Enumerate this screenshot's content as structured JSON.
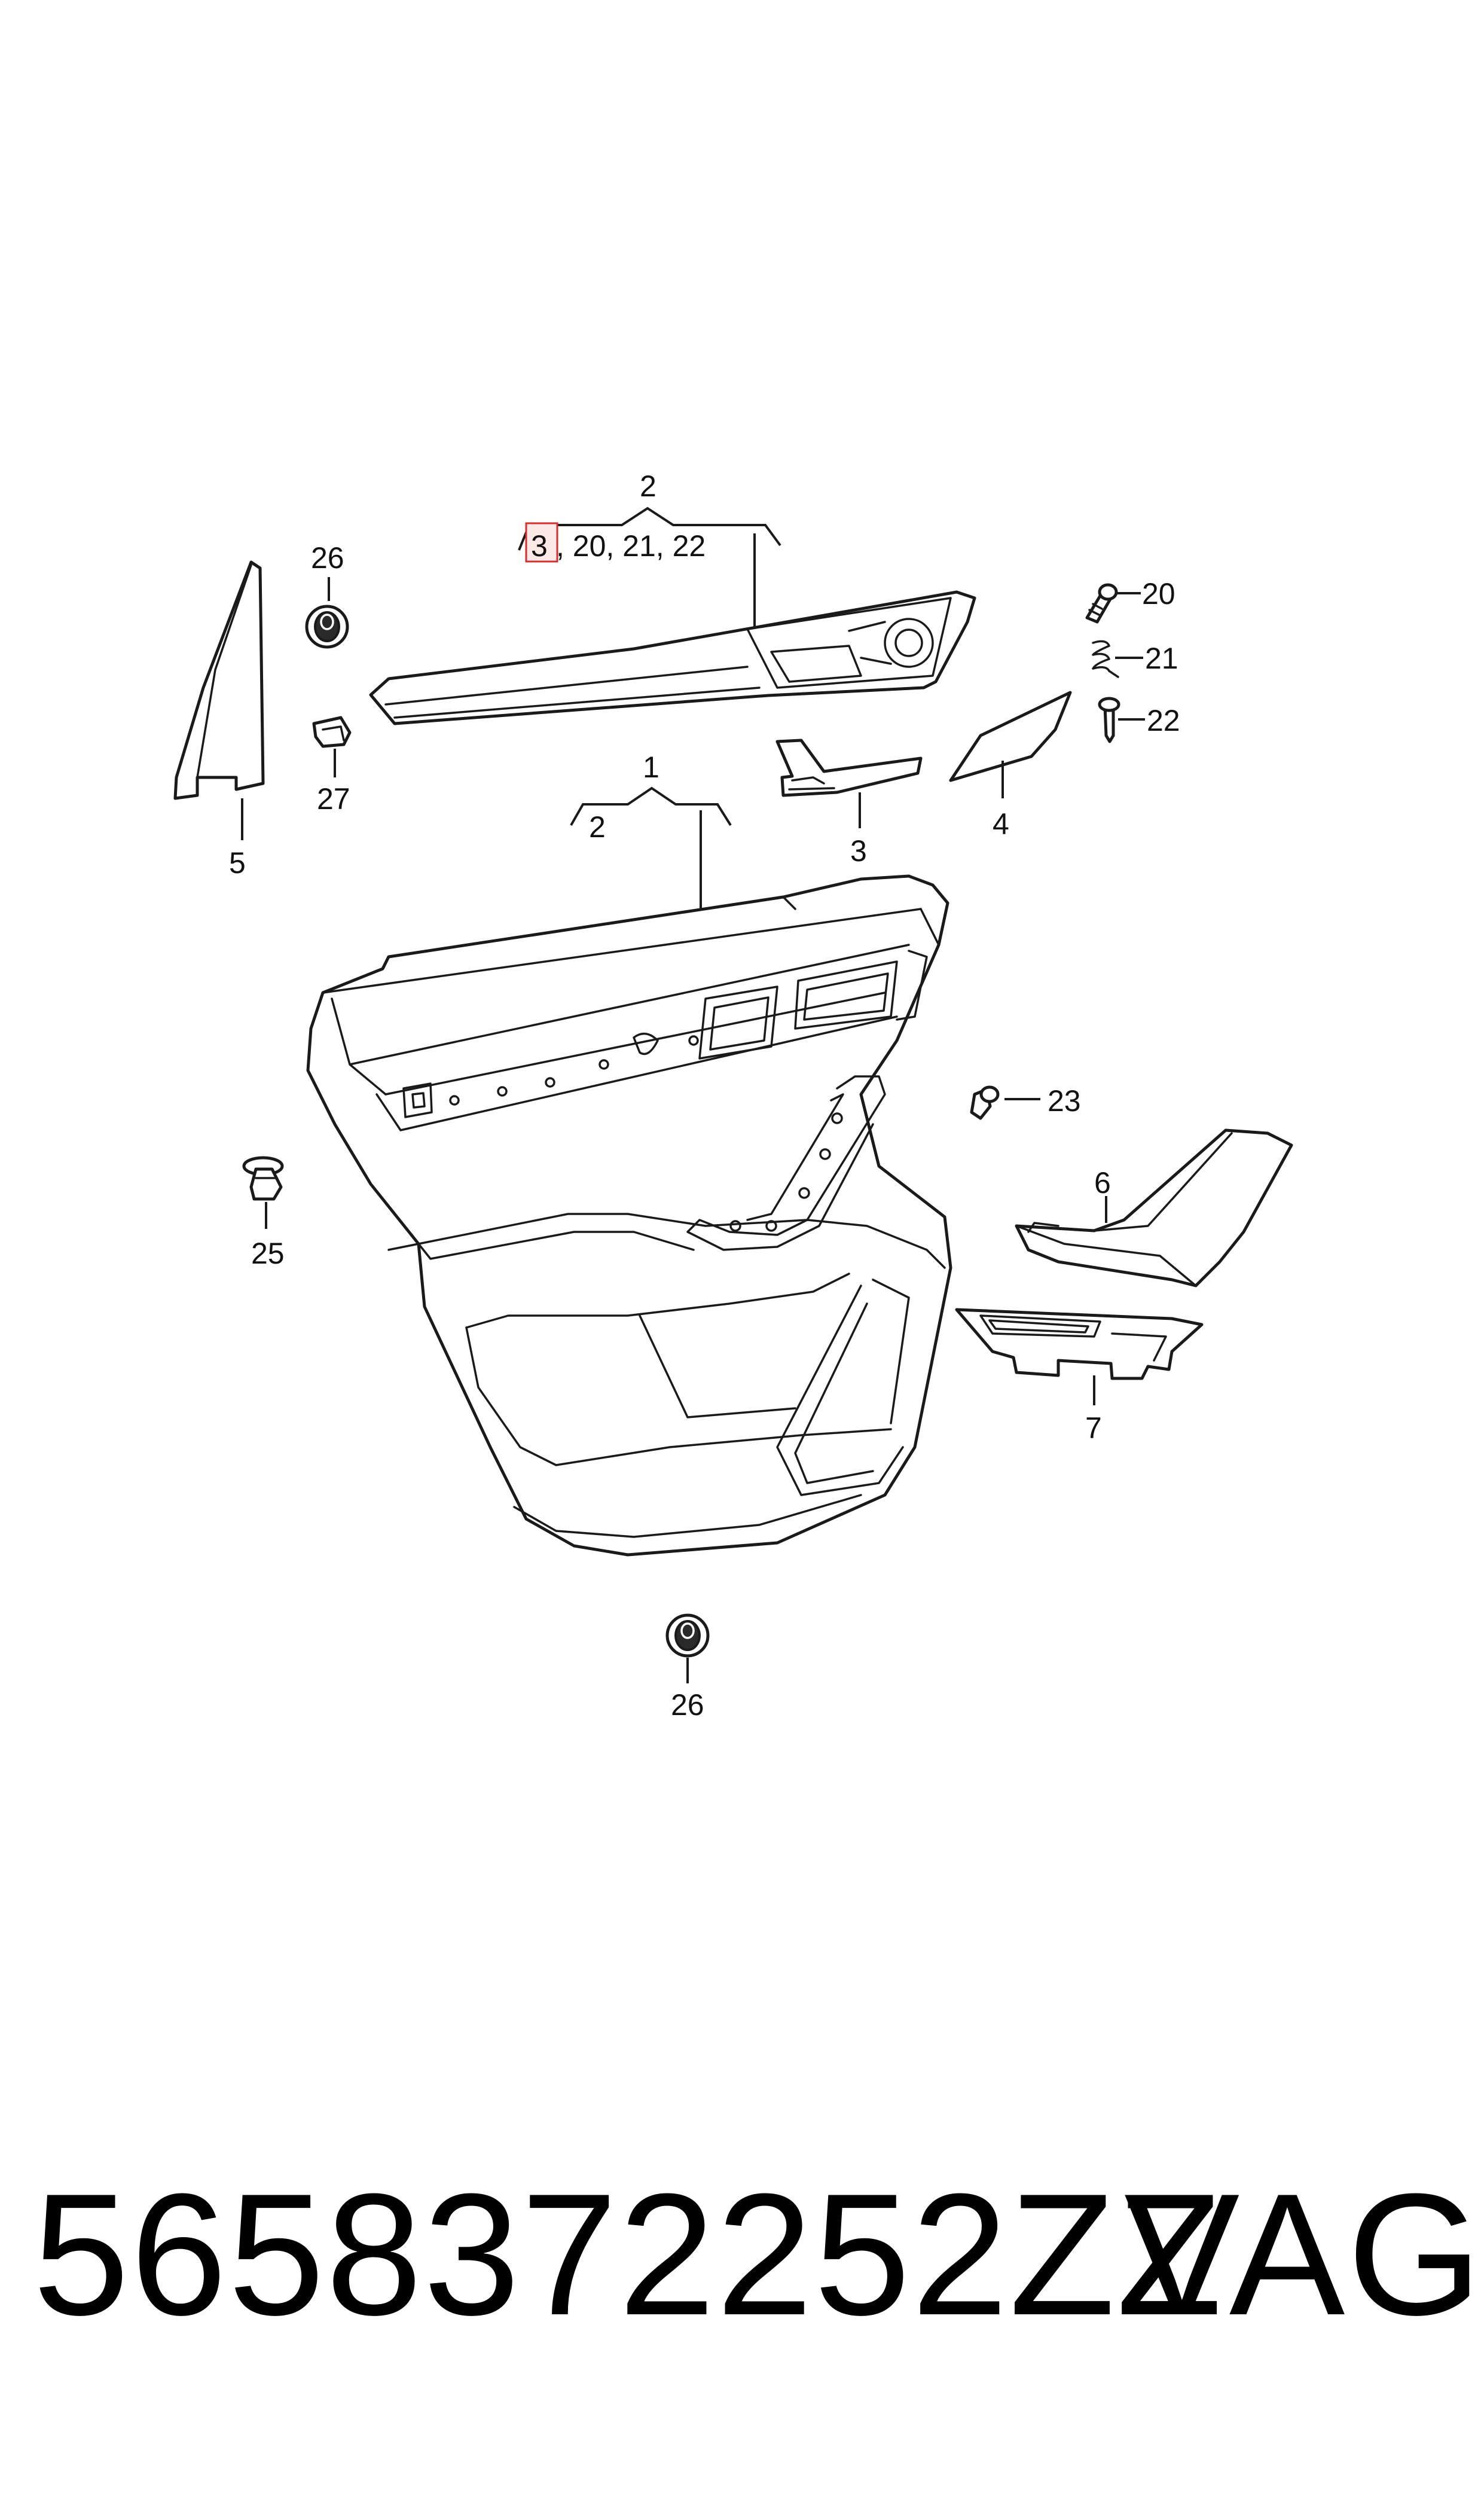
{
  "diagram": {
    "callouts": {
      "c1": "1",
      "c2_top": "2",
      "c2_sub": "2",
      "c2_list_highlight": "3",
      "c2_list_rest": ", 20, 21, 22",
      "c3": "3",
      "c4": "4",
      "c5": "5",
      "c6": "6",
      "c7": "7",
      "c20": "20",
      "c21": "21",
      "c22": "22",
      "c23": "23",
      "c25": "25",
      "c26_top": "26",
      "c26_bottom": "26",
      "c27": "27"
    }
  },
  "footer": {
    "part_number": "5658372252ZZ",
    "brand": "VAG"
  }
}
